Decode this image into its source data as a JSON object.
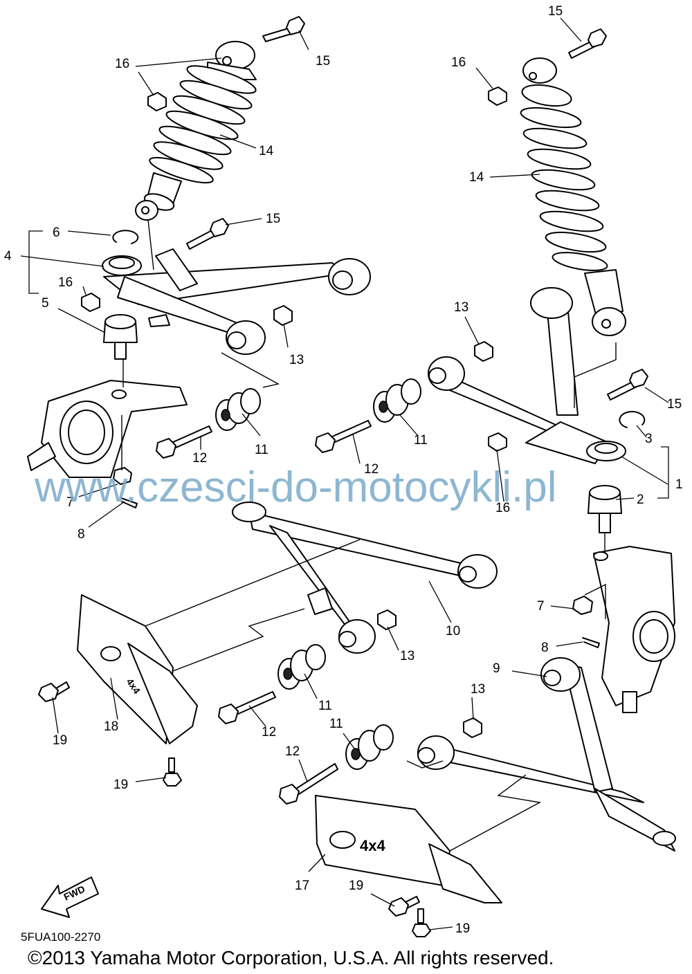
{
  "diagram": {
    "labels": {
      "l1": "1",
      "l2": "2",
      "l3": "3",
      "l4": "4",
      "l5": "5",
      "l6": "6",
      "l7a": "7",
      "l7b": "7",
      "l8a": "8",
      "l8b": "8",
      "l9": "9",
      "l10": "10",
      "l11a": "11",
      "l11b": "11",
      "l11c": "11",
      "l11d": "11",
      "l12a": "12",
      "l12b": "12",
      "l12c": "12",
      "l12d": "12",
      "l13a": "13",
      "l13b": "13",
      "l13c": "13",
      "l13d": "13",
      "l14a": "14",
      "l14b": "14",
      "l15a": "15",
      "l15b": "15",
      "l15c": "15",
      "l15d": "15",
      "l16a": "16",
      "l16b": "16",
      "l16c": "16",
      "l16d": "16",
      "l17": "17",
      "l18": "18",
      "l19a": "19",
      "l19b": "19",
      "l19c": "19",
      "l19d": "19"
    },
    "fwd_text": "FWD",
    "diagram_code": "5FUA100-2270",
    "watermark": "www.czesci-do-motocykli.pl",
    "copyright": "©2013 Yamaha Motor Corporation, U.S.A. All rights reserved."
  }
}
